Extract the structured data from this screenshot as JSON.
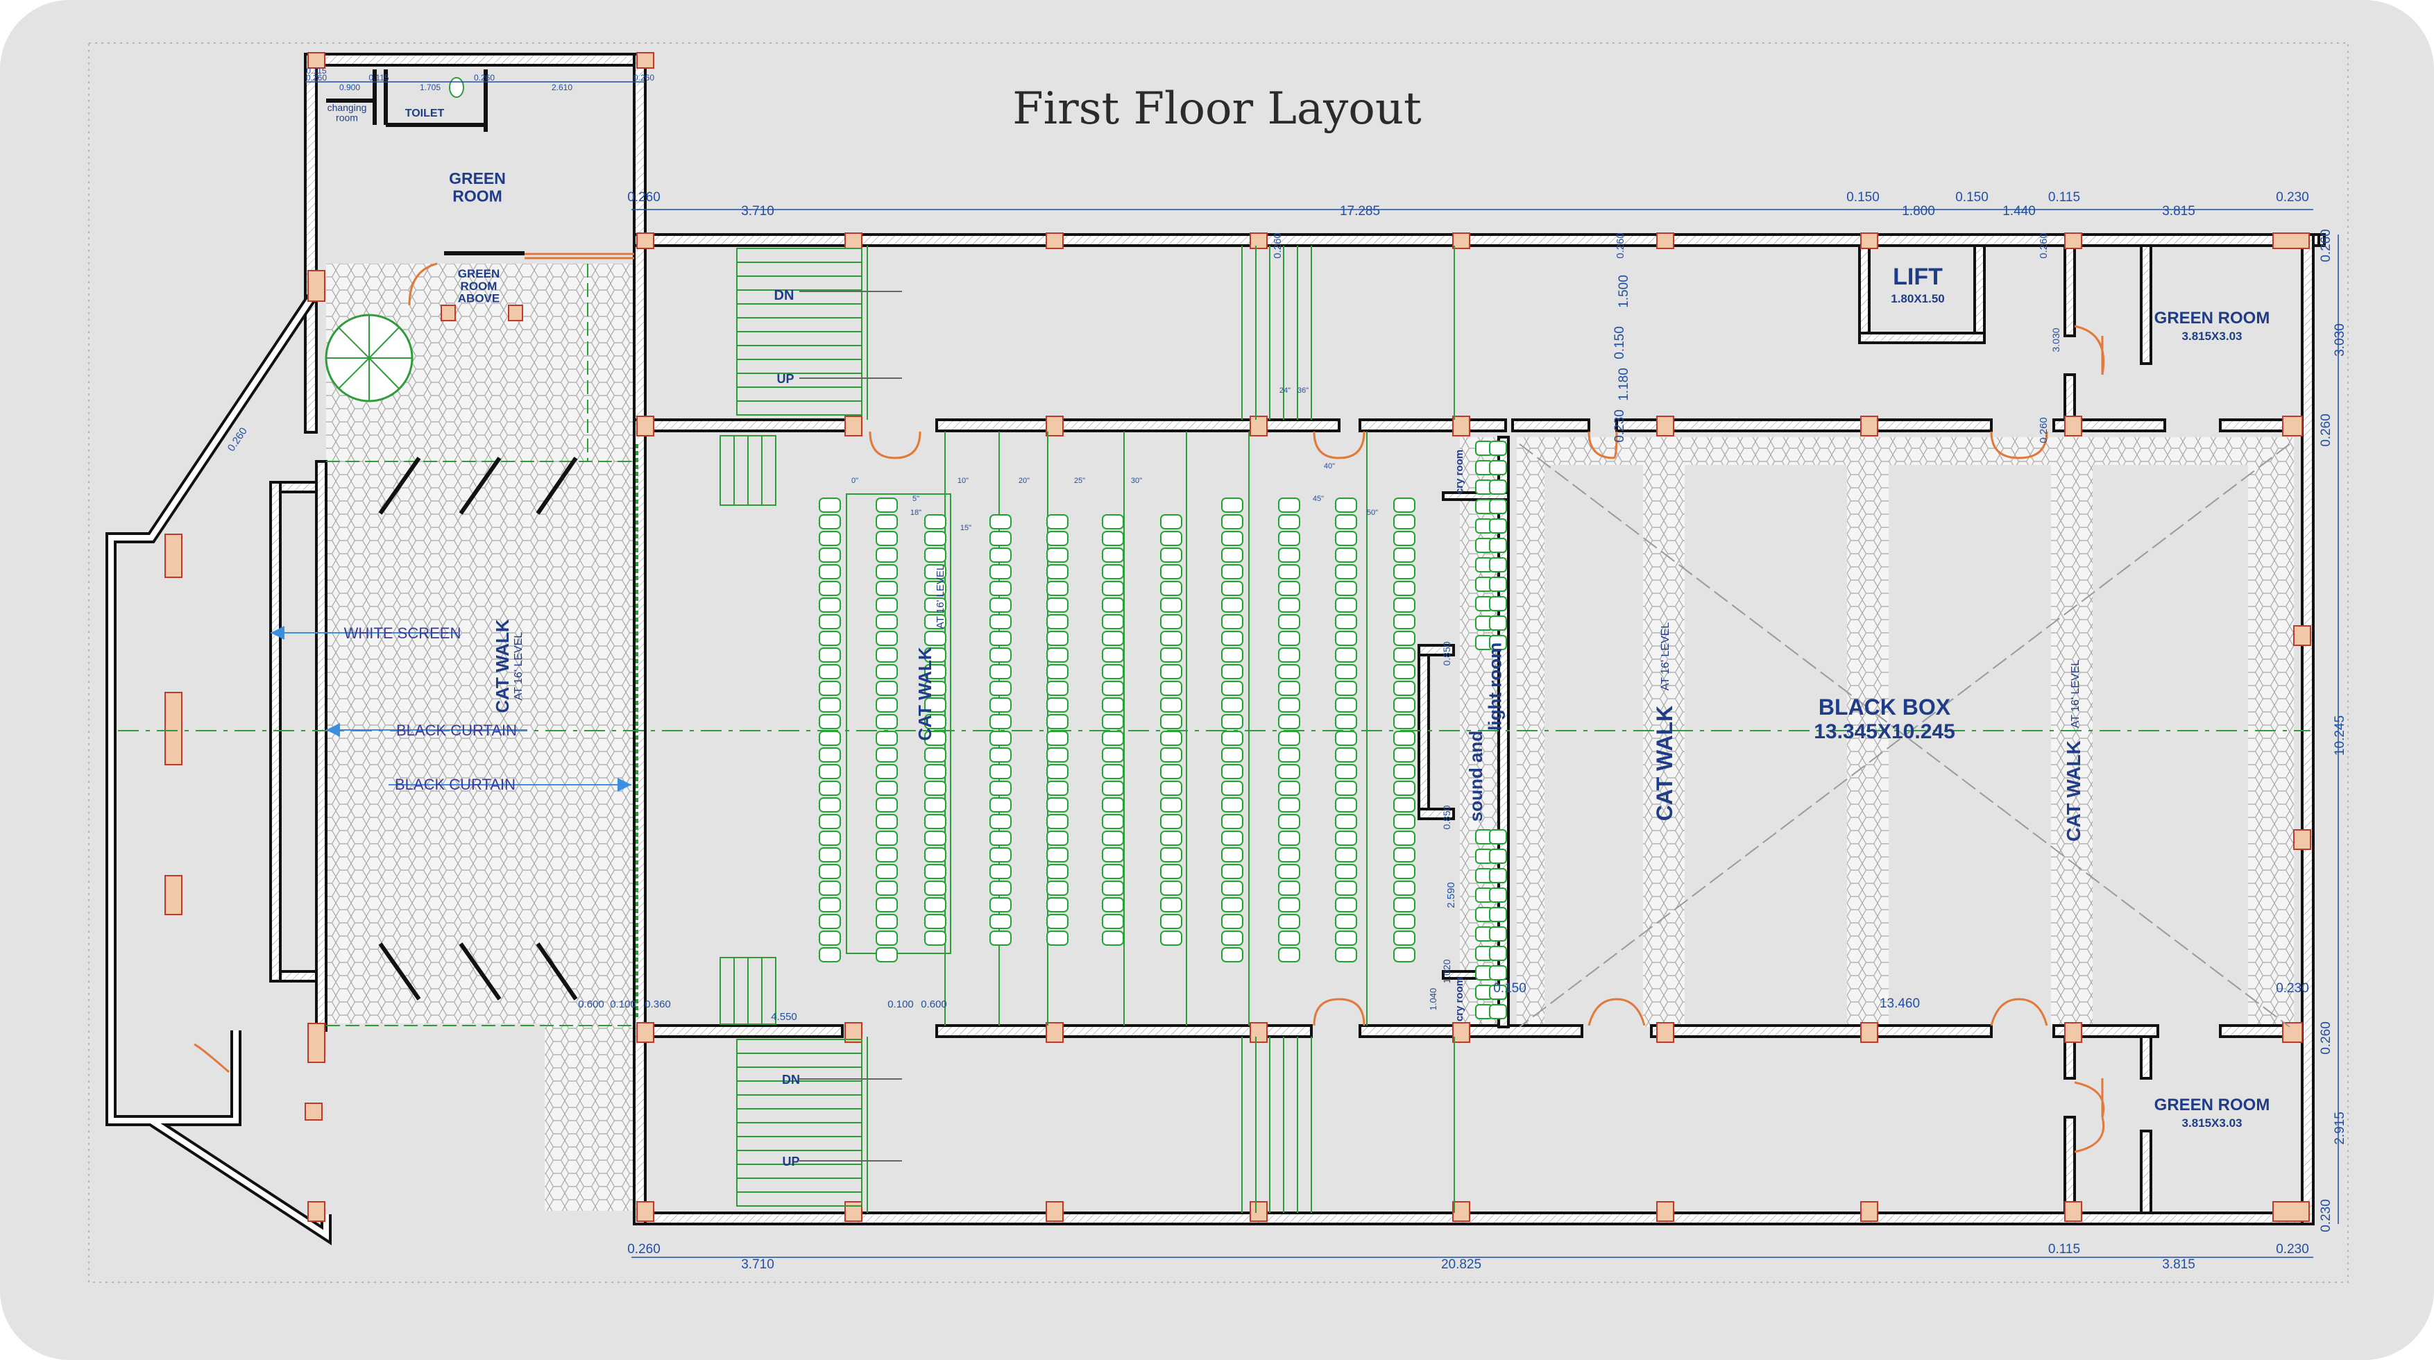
{
  "title": "First Floor Layout",
  "colors": {
    "background": "#e3e3e3",
    "wall": "#111111",
    "column": "#f2c9a8",
    "column_stroke": "#c0392b",
    "dimension": "#1f4fa8",
    "label": "#1f3c88",
    "seat": "#22a433",
    "door": "#e2793a",
    "hatch": "#a8a8a8",
    "axis": "#2e9c3a",
    "arrow": "#3b8fe0"
  },
  "rooms": {
    "green_room_top_left": "GREEN\nROOM",
    "changing_room": "changing\nroom",
    "toilet": "TOILET",
    "green_room_above": "GREEN\nROOM\nABOVE",
    "white_screen": "WHITE SCREEN",
    "black_curtain_1": "BLACK CURTAIN",
    "black_curtain_2": "BLACK CURTAIN",
    "catwalk_left": "CAT WALK",
    "catwalk_left_level": "AT 16' LEVEL",
    "catwalk_auditorium": "CAT WALK",
    "catwalk_auditorium_level": "AT 16' LEVEL",
    "catwalk_bb1": "CAT WALK",
    "catwalk_bb1_level": "AT 16' LEVEL",
    "catwalk_bb2": "CAT WALK",
    "catwalk_bb2_level": "AT 16' LEVEL",
    "sound_light": "sound and\nlight room",
    "cry_room_top": "cry room",
    "cry_room_bottom": "cry room",
    "lift": "LIFT",
    "lift_size": "1.80X1.50",
    "green_room_right_top": "GREEN ROOM",
    "green_room_right_top_size": "3.815X3.03",
    "green_room_right_bottom": "GREEN ROOM",
    "green_room_right_bottom_size": "3.815X3.03",
    "black_box": "BLACK BOX",
    "black_box_size": "13.345X10.245",
    "stair_top_dn": "DN",
    "stair_top_up": "UP",
    "stair_bottom_dn": "DN",
    "stair_bottom_up": "UP"
  },
  "dims": {
    "top_260": "0.260",
    "top_3710": "3.710",
    "top_17285": "17.285",
    "top_150a": "0.150",
    "top_1800": "1.800",
    "top_150b": "0.150",
    "top_1440": "1.440",
    "top_115": "0.115",
    "top_3815": "3.815",
    "top_230": "0.230",
    "bot_260": "0.260",
    "bot_3710": "3.710",
    "bot_20825": "20.825",
    "bot_115": "0.115",
    "bot_3815": "3.815",
    "bot_230": "0.230",
    "r_260a": "0.260",
    "r_3030": "3.030",
    "r_260b": "0.260",
    "r_10245": "10.245",
    "r_260c": "0.260",
    "r_2915": "2.915",
    "r_230": "0.230",
    "mid_13460": "13.460",
    "mid_230": "0.230",
    "mid_150": "0.150",
    "mid_4550": "4.550",
    "mid_600a": "0.600",
    "mid_100a": "0.100",
    "mid_360": "0.360",
    "mid_100b": "0.100",
    "mid_600b": "0.600",
    "v_1500": "1.500",
    "v_150": "0.150",
    "v_1180": "1.180",
    "v_230": "0.230",
    "v_260a": "0.260",
    "v_260b": "0.260",
    "v_260c": "0.260",
    "v_3030": "3.030",
    "v_2590": "2.590",
    "v_850a": "0.850",
    "v_850b": "0.850",
    "v_1020": "1.020",
    "v_1040": "1.040",
    "v_260d": "0.260",
    "tl_900": "0.900",
    "tl_115": "0.115",
    "tl_1705": "1.705",
    "tl_2610": "2.610",
    "tl_260a": "0.260",
    "tl_260b": "0.260",
    "tl_260c": "0.260",
    "tl_185": "0.115",
    "diag": "0.260"
  },
  "seat_marks": {
    "m0": "0\"",
    "m5": "5\"",
    "m10": "10\"",
    "m15": "15\"",
    "m18": "18\"",
    "m20": "20\"",
    "m24": "24\"",
    "m25": "25\"",
    "m30": "30\"",
    "m36": "36\"",
    "m40": "40\"",
    "m45": "45\"",
    "m50": "50\""
  }
}
